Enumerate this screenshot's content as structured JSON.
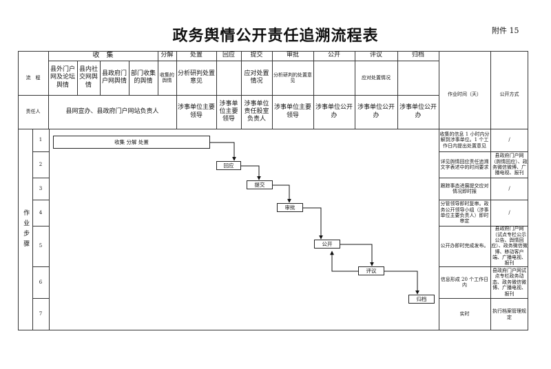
{
  "doc": {
    "title": "政务舆情公开责任追溯流程表",
    "annex": "附件 15"
  },
  "header": {
    "collect": "收　集",
    "analyze": "分解",
    "handle": "处置",
    "respond": "回应",
    "submit": "提交",
    "approve": "审批",
    "publish": "公开",
    "evaluate": "评议",
    "archive": "归档"
  },
  "process_row": {
    "label": "流　程",
    "c1": "县外门户网及论坛舆情",
    "c2": "县内社交网舆情",
    "c3": "县政府门户网舆情",
    "c4": "部门收集的舆情",
    "analyze": "收集的舆情",
    "handle": "分析研判处置意见",
    "submit": "应对处置情况",
    "approve": "分析研判的处置意见",
    "evaluate": "应对处置情况",
    "work_time": "作业时间（天）",
    "pub_mode": "公开方式"
  },
  "responsible_row": {
    "label": "责任人",
    "collect": "县网宣办、县政府门户网站负责人",
    "handle": "涉事单位主要领导",
    "respond": "涉事单位主要领导",
    "submit": "涉事单位责任股室负责人",
    "approve": "涉事单位主要领导",
    "publish": "涉事单位公开办",
    "evaluate": "涉事单位公开办",
    "archive": "涉事单位公开办"
  },
  "steps_label": "作业步骤",
  "steps": [
    {
      "num": "1",
      "time": "收集的信息 1 小时内分解到涉事单位。1 个工作日内提出处置意见",
      "mode": "/"
    },
    {
      "num": "2",
      "time": "详见舆情回应责任追溯文字表述中的时间要求",
      "mode": "县政府门户网（舆情回应）、政务微信微博、广播电视、报刊"
    },
    {
      "num": "3",
      "time": "跟踪事态进展提交应对情况即时报",
      "mode": "/"
    },
    {
      "num": "4",
      "time": "分管领导即时复审。政务公开领导小组（涉事单位主要负责人）即时审定",
      "mode": "/"
    },
    {
      "num": "5",
      "time": "公开办即时完成发布。",
      "mode": "县政府门户网（试点专栏公示公告、舆情回应）、政务微信微博、移动客户端、广播电视、报刊"
    },
    {
      "num": "6",
      "time": "信息形成 20 个工作日内",
      "mode": "县政府门户网试点专栏政务动态、政务微信微博、广播电视、报刊"
    },
    {
      "num": "7",
      "time": "实时",
      "mode": "执行档案管理规定"
    }
  ],
  "flow": {
    "n1": "收集 分解 处置",
    "n2": "回应",
    "n3": "提交",
    "n4": "审批",
    "n5": "公开",
    "n6": "评议",
    "n7": "归档"
  }
}
